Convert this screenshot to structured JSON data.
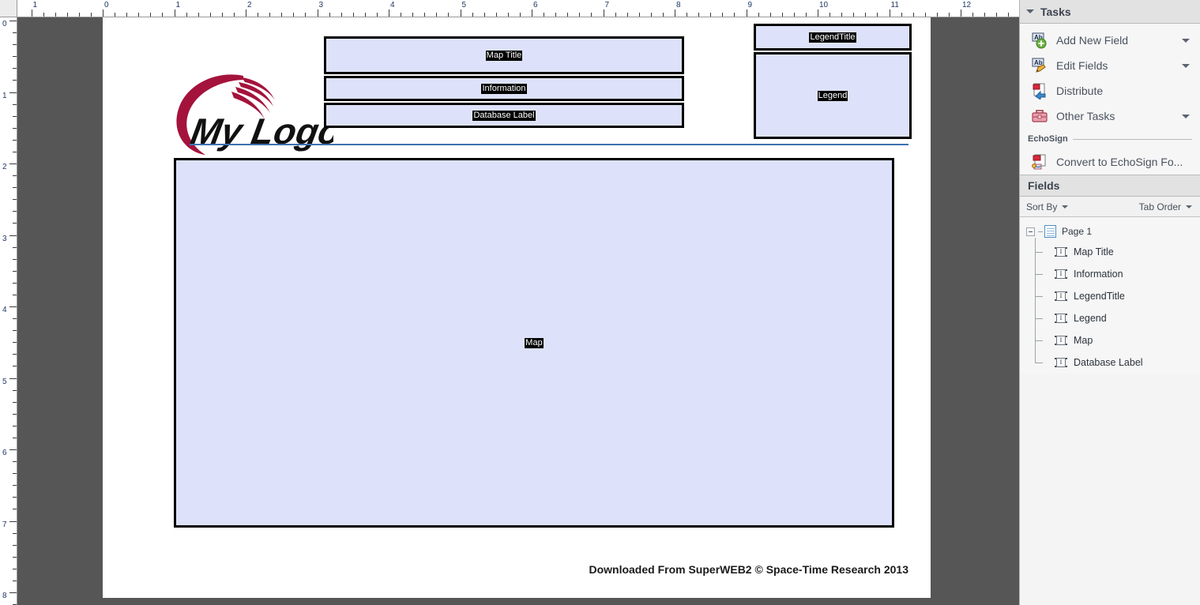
{
  "rulers": {
    "horizontal_labels": [
      "1",
      "0",
      "1",
      "2",
      "3",
      "4",
      "5",
      "6",
      "7",
      "8",
      "9",
      "10",
      "11",
      "12"
    ],
    "vertical_labels": [
      "0",
      "1",
      "2",
      "3",
      "4",
      "5",
      "6",
      "7",
      "8"
    ],
    "unit": "inches"
  },
  "document": {
    "logo_text": "My Logo",
    "logo_color": "#a4133c",
    "fields": [
      {
        "name": "Map Title",
        "label": "Map Title"
      },
      {
        "name": "Information",
        "label": "Information"
      },
      {
        "name": "Database Label",
        "label": "Database Label"
      },
      {
        "name": "LegendTitle",
        "label": "LegendTitle"
      },
      {
        "name": "Legend",
        "label": "Legend"
      },
      {
        "name": "Map",
        "label": "Map"
      }
    ],
    "footer": "Downloaded From SuperWEB2 © Space-Time Research 2013",
    "field_fill": "#dde2fa",
    "field_border": "#000000",
    "rule_color": "#3c72b0"
  },
  "tasks_panel": {
    "title": "Tasks",
    "items": [
      {
        "label": "Add New Field",
        "icon": "add-new-field-icon",
        "has_caret": true
      },
      {
        "label": "Edit Fields",
        "icon": "edit-fields-icon",
        "has_caret": true
      },
      {
        "label": "Distribute",
        "icon": "distribute-icon",
        "has_caret": false
      },
      {
        "label": "Other Tasks",
        "icon": "other-tasks-icon",
        "has_caret": true
      }
    ],
    "section_label": "EchoSign",
    "echosign_item": {
      "label": "Convert to EchoSign Fo...",
      "icon": "convert-echosign-icon"
    }
  },
  "fields_panel": {
    "title": "Fields",
    "sort_by_label": "Sort By",
    "tab_order_label": "Tab Order",
    "root": "Page 1",
    "children": [
      "Map Title",
      "Information",
      "LegendTitle",
      "Legend",
      "Map",
      "Database Label"
    ]
  }
}
